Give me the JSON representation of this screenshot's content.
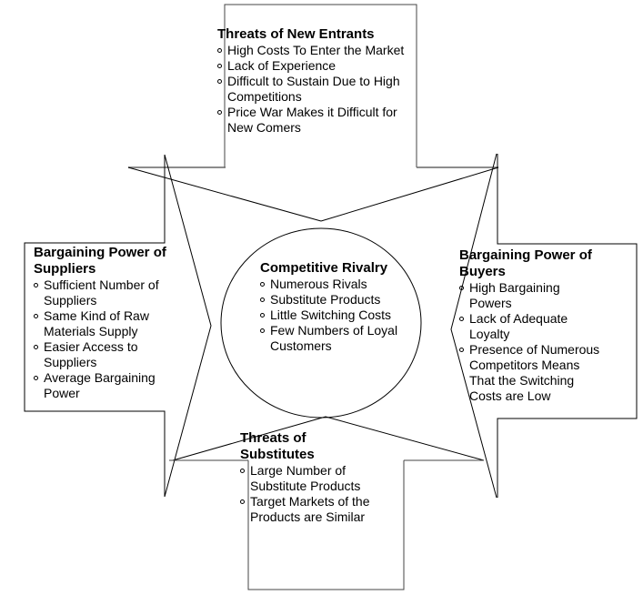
{
  "diagram": {
    "type": "porters-five-forces",
    "colors": {
      "stroke": "#000000",
      "spellcheck_underline": "#3a5fcd"
    },
    "forces": {
      "top": {
        "title": "Threats of New Entrants",
        "items": [
          "High Costs To Enter the Market",
          "Lack of Experience",
          "Difficult to Sustain Due to High Competitions",
          "Price War Makes it Difficult for New Comers"
        ]
      },
      "left": {
        "title": "Bargaining Power of Suppliers",
        "items": [
          "Sufficient Number of Suppliers",
          "Same Kind of Raw Materials Supply",
          "Easier Access to Suppliers",
          "Average Bargaining Power"
        ]
      },
      "right": {
        "title": "Bargaining Power of Buyers",
        "items": [
          "High Bargaining Powers",
          "Lack of Adequate Loyalty",
          "Presence of Numerous Competitors Means That the Switching Costs are Low"
        ]
      },
      "bottom": {
        "title": "Threats of Substitutes",
        "items": [
          "Large Number of Substitute Products",
          "Target Markets of the Products are Similar"
        ]
      },
      "center": {
        "title": "Competitive Rivalry",
        "items": [
          "Numerous Rivals",
          "Substitute Products",
          "Little Switching Costs",
          "Few Numbers of Loyal Customers"
        ]
      }
    }
  }
}
